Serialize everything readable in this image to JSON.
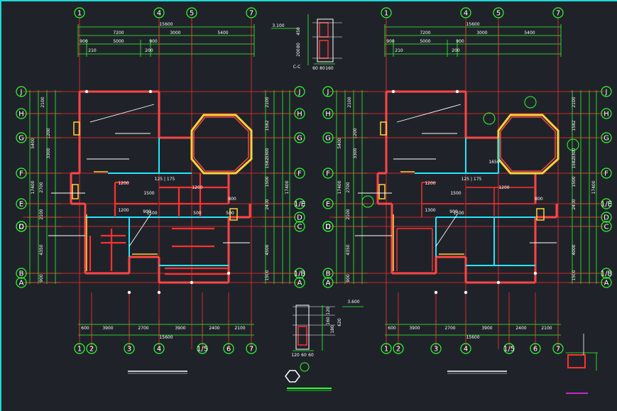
{
  "plans": [
    {
      "id": "left",
      "top_axes": [
        "1",
        "4",
        "5",
        "7"
      ],
      "bottom_axes": [
        "1",
        "2",
        "3",
        "4",
        "1/5",
        "6",
        "7"
      ],
      "left_axes": [
        "J",
        "H",
        "G",
        "F",
        "E",
        "D",
        "C",
        "B",
        "A"
      ],
      "right_axes": [
        "J",
        "H",
        "G",
        "F",
        "1/E",
        "D",
        "C",
        "1/B",
        "A"
      ],
      "top_dims_total": "15600",
      "top_dims_row1": [
        "7200",
        "3000",
        "5400"
      ],
      "top_dims_row2": [
        "900",
        "5000",
        "900"
      ],
      "top_dims_row3": [
        "210",
        "200"
      ],
      "bottom_dims_row": [
        "600",
        "3900",
        "2700",
        "3900",
        "2400",
        "2100"
      ],
      "bottom_dims_total": "15600",
      "left_dims": [
        "2100",
        "1200",
        "3300",
        "5400",
        "17400",
        "2700",
        "2100",
        "4350",
        "900"
      ],
      "right_dims": [
        "2100",
        "1582",
        "3300",
        "1582",
        "1500",
        "17400",
        "2400",
        "4500",
        "1500"
      ],
      "notes": [
        "1200",
        "1200",
        "125 | 175",
        "1500",
        "1500",
        "800",
        "900",
        "500",
        "1200",
        "500"
      ]
    },
    {
      "id": "right",
      "top_axes": [
        "1",
        "4",
        "5",
        "7"
      ],
      "bottom_axes": [
        "1",
        "2",
        "3",
        "4",
        "1/5",
        "6",
        "7"
      ],
      "left_axes": [
        "J",
        "H",
        "G",
        "F",
        "E",
        "D",
        "C",
        "B",
        "A"
      ],
      "right_axes": [
        "J",
        "H",
        "G",
        "F",
        "1/E",
        "D",
        "C",
        "1/B",
        "A"
      ],
      "top_dims_total": "15600",
      "top_dims_row1": [
        "7200",
        "3000",
        "5400"
      ],
      "top_dims_row2": [
        "900",
        "5000",
        "900"
      ],
      "top_dims_row3": [
        "210",
        "200"
      ],
      "bottom_dims_row": [
        "600",
        "3900",
        "2700",
        "3900",
        "2400",
        "2100"
      ],
      "bottom_dims_total": "15600",
      "left_dims": [
        "2100",
        "1200",
        "3300",
        "5400",
        "17400",
        "2700",
        "2100",
        "4350",
        "900"
      ],
      "right_dims": [
        "2100",
        "1582",
        "3300",
        "1582",
        "1500",
        "17400",
        "2400",
        "4000",
        "1500"
      ],
      "notes": [
        "1200",
        "125 | 175",
        "1500",
        "1500",
        "800",
        "1300",
        "900",
        "1200",
        "1650"
      ]
    }
  ],
  "section_top": {
    "label": "C-C",
    "elev": "3.100",
    "dims_v": [
      "450",
      "80",
      "200"
    ],
    "dims_h": [
      "60",
      "80",
      "160"
    ]
  },
  "section_bottom": {
    "elev": "3.600",
    "dims_v": [
      "120",
      "160",
      "180",
      "620"
    ],
    "dims_h": [
      "120",
      "60",
      "60"
    ]
  },
  "colors": {
    "grid": "#ff2a2a",
    "dim": "#2eff2e",
    "wall_cyan": "#23e6ff",
    "wall_yellow": "#ffd23a",
    "frame": "#1fd7d7",
    "text": "#ffffff"
  }
}
